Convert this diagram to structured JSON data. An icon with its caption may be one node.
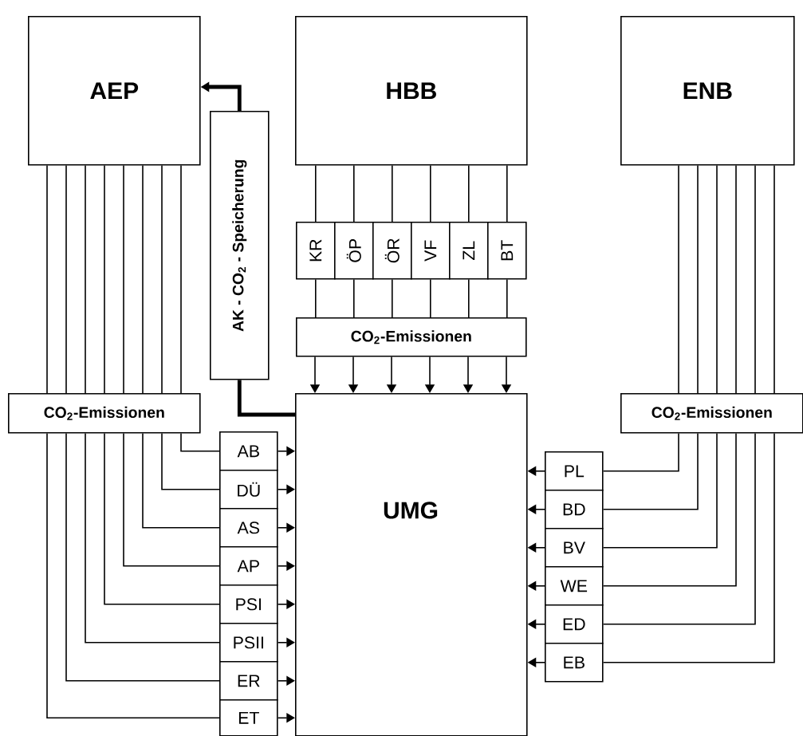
{
  "diagram": {
    "nodes": [
      {
        "text": [
          "AEP"
        ]
      },
      {
        "text": [
          "HBB"
        ]
      },
      {
        "text": [
          "ENB"
        ]
      },
      {
        "text": [
          "AK - CO$_{2}$ - Speicherung"
        ]
      },
      {
        "text": [
          "UMG"
        ]
      },
      {
        "text": [
          "KR"
        ]
      },
      {
        "text": [
          "ÖP"
        ]
      },
      {
        "text": [
          "ÖR"
        ]
      },
      {
        "text": [
          "VF"
        ]
      },
      {
        "text": [
          "ZL"
        ]
      },
      {
        "text": [
          "BT"
        ]
      },
      {
        "text": [
          "CO$_{2}$-Emissionen"
        ]
      },
      {
        "text": [
          "CO$_{2}$-Emissionen"
        ]
      },
      {
        "text": [
          "CO$_{2}$-Emissionen"
        ]
      },
      {
        "text": [
          "AB"
        ]
      },
      {
        "text": [
          "DÜ"
        ]
      },
      {
        "text": [
          "AS"
        ]
      },
      {
        "text": [
          "AP"
        ]
      },
      {
        "text": [
          "PSI"
        ]
      },
      {
        "text": [
          "PSII"
        ]
      },
      {
        "text": [
          "ER"
        ]
      },
      {
        "text": [
          "ET"
        ]
      },
      {
        "text": [
          "PL"
        ]
      },
      {
        "text": [
          "BD"
        ]
      },
      {
        "text": [
          "BV"
        ]
      },
      {
        "text": [
          "WE"
        ]
      },
      {
        "text": [
          "ED"
        ]
      },
      {
        "text": [
          "EB"
        ]
      }
    ],
    "edges": [
      {
        "from": 0,
        "to": 12,
        "arrow": "none"
      },
      {
        "from": 0,
        "to": 12,
        "arrow": "none"
      },
      {
        "from": 0,
        "to": 12,
        "arrow": "none"
      },
      {
        "from": 0,
        "to": 12,
        "arrow": "none"
      },
      {
        "from": 0,
        "to": 12,
        "arrow": "none"
      },
      {
        "from": 0,
        "to": 12,
        "arrow": "none"
      },
      {
        "from": 0,
        "to": 12,
        "arrow": "none"
      },
      {
        "from": 0,
        "to": 12,
        "arrow": "none"
      },
      {
        "from": 12,
        "to": 14,
        "arrow": "none"
      },
      {
        "from": 12,
        "to": 15,
        "arrow": "none"
      },
      {
        "from": 12,
        "to": 16,
        "arrow": "none"
      },
      {
        "from": 12,
        "to": 17,
        "arrow": "none"
      },
      {
        "from": 12,
        "to": 18,
        "arrow": "none"
      },
      {
        "from": 12,
        "to": 19,
        "arrow": "none"
      },
      {
        "from": 12,
        "to": 20,
        "arrow": "none"
      },
      {
        "from": 12,
        "to": 21,
        "arrow": "none"
      },
      {
        "from": 14,
        "to": 4,
        "arrow": "to"
      },
      {
        "from": 15,
        "to": 4,
        "arrow": "to"
      },
      {
        "from": 16,
        "to": 4,
        "arrow": "to"
      },
      {
        "from": 17,
        "to": 4,
        "arrow": "to"
      },
      {
        "from": 18,
        "to": 4,
        "arrow": "to"
      },
      {
        "from": 19,
        "to": 4,
        "arrow": "to"
      },
      {
        "from": 20,
        "to": 4,
        "arrow": "to"
      },
      {
        "from": 21,
        "to": 4,
        "arrow": "to"
      },
      {
        "from": 1,
        "to": 5,
        "arrow": "none"
      },
      {
        "from": 1,
        "to": 6,
        "arrow": "none"
      },
      {
        "from": 1,
        "to": 7,
        "arrow": "none"
      },
      {
        "from": 1,
        "to": 8,
        "arrow": "none"
      },
      {
        "from": 1,
        "to": 9,
        "arrow": "none"
      },
      {
        "from": 1,
        "to": 10,
        "arrow": "none"
      },
      {
        "from": 5,
        "to": 11,
        "arrow": "none"
      },
      {
        "from": 6,
        "to": 11,
        "arrow": "none"
      },
      {
        "from": 7,
        "to": 11,
        "arrow": "none"
      },
      {
        "from": 8,
        "to": 11,
        "arrow": "none"
      },
      {
        "from": 9,
        "to": 11,
        "arrow": "none"
      },
      {
        "from": 10,
        "to": 11,
        "arrow": "none"
      },
      {
        "from": 11,
        "to": 4,
        "arrow": "to"
      },
      {
        "from": 11,
        "to": 4,
        "arrow": "to"
      },
      {
        "from": 11,
        "to": 4,
        "arrow": "to"
      },
      {
        "from": 11,
        "to": 4,
        "arrow": "to"
      },
      {
        "from": 11,
        "to": 4,
        "arrow": "to"
      },
      {
        "from": 11,
        "to": 4,
        "arrow": "to"
      },
      {
        "from": 2,
        "to": 13,
        "arrow": "none"
      },
      {
        "from": 2,
        "to": 13,
        "arrow": "none"
      },
      {
        "from": 2,
        "to": 13,
        "arrow": "none"
      },
      {
        "from": 2,
        "to": 13,
        "arrow": "none"
      },
      {
        "from": 2,
        "to": 13,
        "arrow": "none"
      },
      {
        "from": 2,
        "to": 13,
        "arrow": "none"
      },
      {
        "from": 13,
        "to": 22,
        "arrow": "none"
      },
      {
        "from": 13,
        "to": 23,
        "arrow": "none"
      },
      {
        "from": 13,
        "to": 24,
        "arrow": "none"
      },
      {
        "from": 13,
        "to": 25,
        "arrow": "none"
      },
      {
        "from": 13,
        "to": 26,
        "arrow": "none"
      },
      {
        "from": 13,
        "to": 27,
        "arrow": "none"
      },
      {
        "from": 22,
        "to": 4,
        "arrow": "to"
      },
      {
        "from": 23,
        "to": 4,
        "arrow": "to"
      },
      {
        "from": 24,
        "to": 4,
        "arrow": "to"
      },
      {
        "from": 25,
        "to": 4,
        "arrow": "to"
      },
      {
        "from": 26,
        "to": 4,
        "arrow": "to"
      },
      {
        "from": 27,
        "to": 4,
        "arrow": "to"
      },
      {
        "from": 4,
        "to": 3,
        "arrow": "none",
        "style": "thick"
      },
      {
        "from": 3,
        "to": 0,
        "arrow": "to",
        "style": "thick"
      }
    ]
  }
}
